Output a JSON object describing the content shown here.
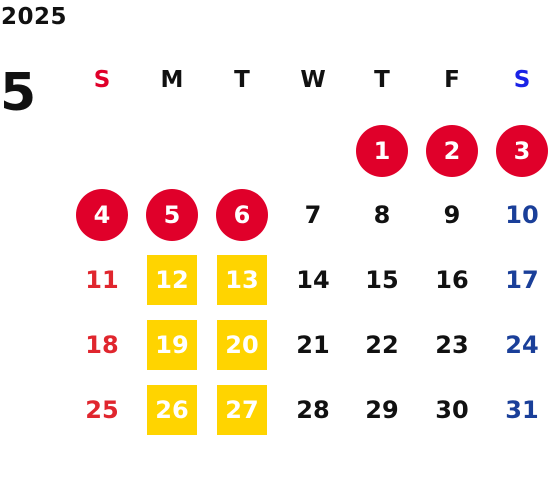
{
  "calendar": {
    "year": "2025",
    "month": "5",
    "weekdays": [
      "S",
      "M",
      "T",
      "W",
      "T",
      "F",
      "S"
    ],
    "colors": {
      "holiday_circle": "#e0002a",
      "highlight_square": "#ffd400",
      "sunday_text": "#e0262e",
      "saturday_text": "#1a3f99",
      "saturday_header": "#1a23e6",
      "weekday_text": "#111111",
      "on_mark_text": "#ffffff"
    },
    "weeks": [
      [
        {
          "day": ""
        },
        {
          "day": ""
        },
        {
          "day": ""
        },
        {
          "day": ""
        },
        {
          "day": "1",
          "mark": "circle"
        },
        {
          "day": "2",
          "mark": "circle"
        },
        {
          "day": "3",
          "mark": "circle"
        }
      ],
      [
        {
          "day": "4",
          "mark": "circle"
        },
        {
          "day": "5",
          "mark": "circle"
        },
        {
          "day": "6",
          "mark": "circle"
        },
        {
          "day": "7"
        },
        {
          "day": "8"
        },
        {
          "day": "9"
        },
        {
          "day": "10"
        }
      ],
      [
        {
          "day": "11"
        },
        {
          "day": "12",
          "mark": "square"
        },
        {
          "day": "13",
          "mark": "square"
        },
        {
          "day": "14"
        },
        {
          "day": "15"
        },
        {
          "day": "16"
        },
        {
          "day": "17"
        }
      ],
      [
        {
          "day": "18"
        },
        {
          "day": "19",
          "mark": "square"
        },
        {
          "day": "20",
          "mark": "square"
        },
        {
          "day": "21"
        },
        {
          "day": "22"
        },
        {
          "day": "23"
        },
        {
          "day": "24"
        }
      ],
      [
        {
          "day": "25"
        },
        {
          "day": "26",
          "mark": "square"
        },
        {
          "day": "27",
          "mark": "square"
        },
        {
          "day": "28"
        },
        {
          "day": "29"
        },
        {
          "day": "30"
        },
        {
          "day": "31"
        }
      ]
    ]
  }
}
